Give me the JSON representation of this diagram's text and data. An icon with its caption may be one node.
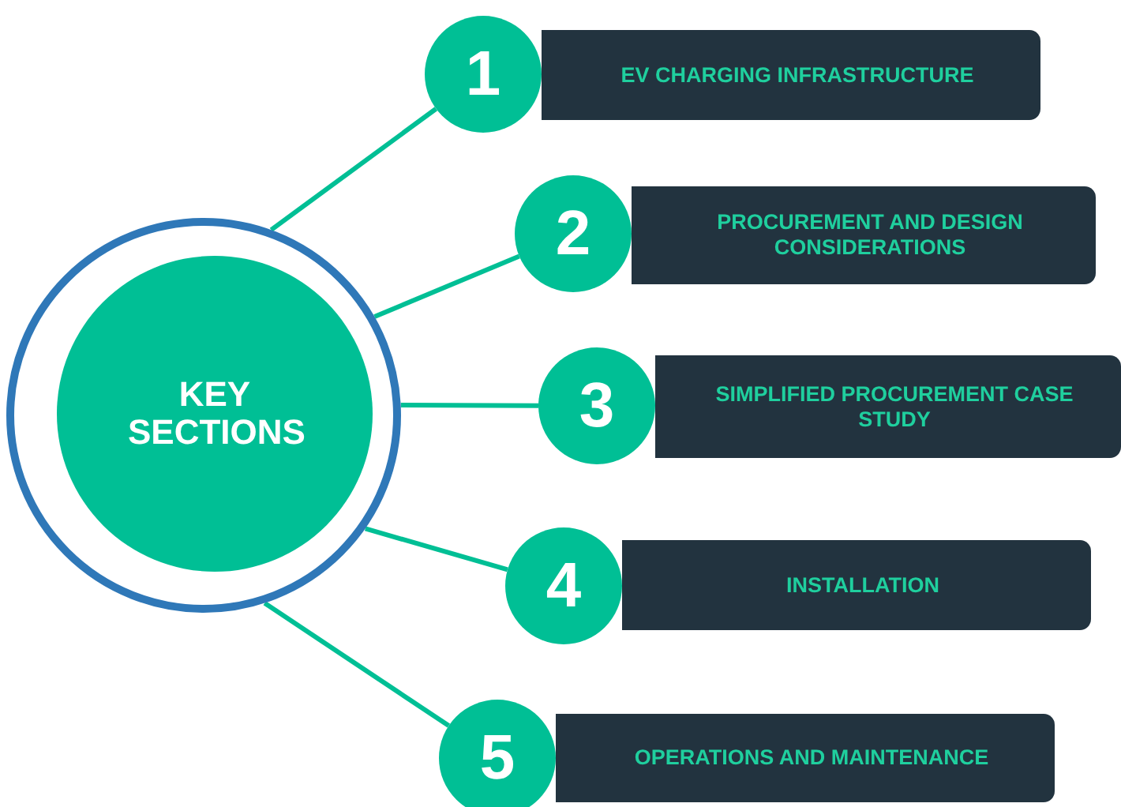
{
  "diagram": {
    "nodes": [
      {
        "text": [
          "KEY SECTIONS"
        ]
      },
      {
        "text": [
          "1"
        ]
      },
      {
        "text": [
          "EV CHARGING INFRASTRUCTURE"
        ]
      },
      {
        "text": [
          "2"
        ]
      },
      {
        "text": [
          "PROCUREMENT AND DESIGN CONSIDERATIONS"
        ]
      },
      {
        "text": [
          "3"
        ]
      },
      {
        "text": [
          "SIMPLIFIED PROCUREMENT CASE STUDY"
        ]
      },
      {
        "text": [
          "4"
        ]
      },
      {
        "text": [
          "INSTALLATION"
        ]
      },
      {
        "text": [
          "5"
        ]
      },
      {
        "text": [
          "OPERATIONS AND MAINTENANCE"
        ]
      }
    ],
    "edges": [
      {
        "from": 0,
        "to": 1,
        "arrow": "none"
      },
      {
        "from": 0,
        "to": 3,
        "arrow": "none"
      },
      {
        "from": 0,
        "to": 5,
        "arrow": "none"
      },
      {
        "from": 0,
        "to": 7,
        "arrow": "none"
      },
      {
        "from": 0,
        "to": 9,
        "arrow": "none"
      }
    ]
  }
}
